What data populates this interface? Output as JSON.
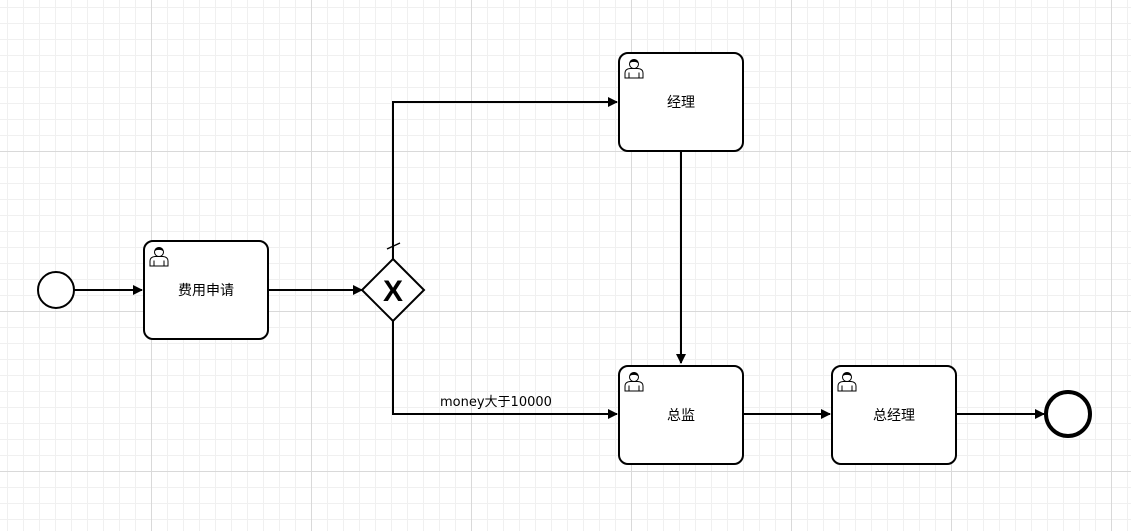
{
  "diagram": {
    "start_event": {
      "type": "start",
      "icon": "start-event-circle"
    },
    "end_event": {
      "type": "end",
      "icon": "end-event-circle"
    },
    "gateway": {
      "type": "exclusive",
      "symbol": "X",
      "icon": "exclusive-gateway-icon"
    },
    "tasks": {
      "apply": {
        "label": "费用申请",
        "icon": "user-task-icon"
      },
      "manager": {
        "label": "经理",
        "icon": "user-task-icon"
      },
      "director": {
        "label": "总监",
        "icon": "user-task-icon"
      },
      "general_manager": {
        "label": "总经理",
        "icon": "user-task-icon"
      }
    },
    "flows": {
      "conditional_label": "money大于10000"
    }
  },
  "colors": {
    "stroke": "#000000",
    "fill": "#ffffff",
    "grid_major": "#d9d9d9",
    "grid_minor": "#f0f0f0"
  }
}
